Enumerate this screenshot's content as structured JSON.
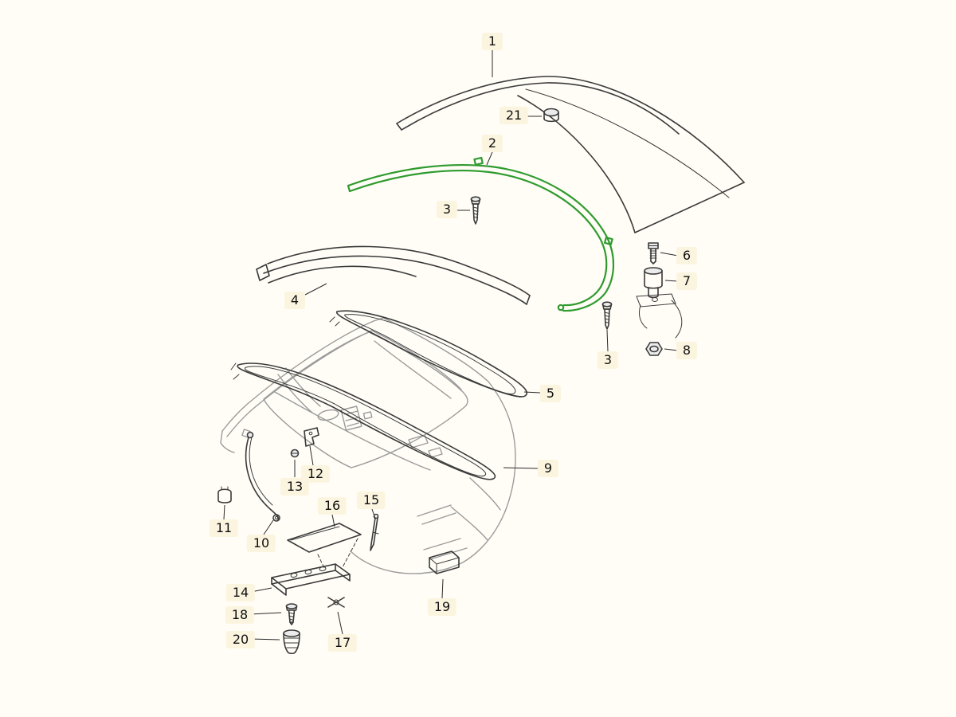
{
  "theme": {
    "bg": "#fffdf6",
    "line": "#3a3a3a",
    "body-line": "#9b9b9b",
    "accent-green": "#2f9b2f",
    "label-bg": "#fbf5e0",
    "text": "#101010",
    "fill-light": "#ececec"
  },
  "callouts": [
    {
      "part": "1",
      "label": "1"
    },
    {
      "part": "21",
      "label": "21"
    },
    {
      "part": "2",
      "label": "2"
    },
    {
      "part": "3",
      "label": "3"
    },
    {
      "part": "6",
      "label": "6"
    },
    {
      "part": "7",
      "label": "7"
    },
    {
      "part": "4",
      "label": "4"
    },
    {
      "part": "3",
      "label": "3"
    },
    {
      "part": "8",
      "label": "8"
    },
    {
      "part": "5",
      "label": "5"
    },
    {
      "part": "9",
      "label": "9"
    },
    {
      "part": "13",
      "label": "13"
    },
    {
      "part": "12",
      "label": "12"
    },
    {
      "part": "11",
      "label": "11"
    },
    {
      "part": "10",
      "label": "10"
    },
    {
      "part": "16",
      "label": "16"
    },
    {
      "part": "15",
      "label": "15"
    },
    {
      "part": "14",
      "label": "14"
    },
    {
      "part": "18",
      "label": "18"
    },
    {
      "part": "20",
      "label": "20"
    },
    {
      "part": "17",
      "label": "17"
    },
    {
      "part": "19",
      "label": "19"
    }
  ]
}
